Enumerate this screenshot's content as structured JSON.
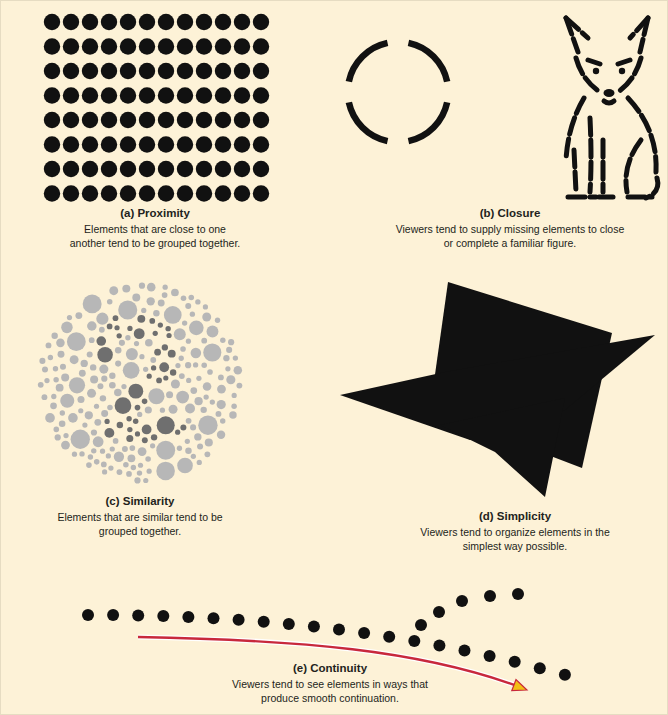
{
  "diagram": {
    "labels": [
      "(a) Proximity",
      "Elements that are close to one another tend to be grouped together.",
      "(b) Closure",
      "Viewers tend to supply missing elements to close or complete a familiar figure.",
      "(c) Similarity",
      "Elements that are similar tend to be grouped together.",
      "(d) Simplicity",
      "Viewers tend to organize elements in the simplest way possible.",
      "(e) Continuity",
      "Viewers tend to see elements in ways that produce smooth continuation."
    ]
  }
}
